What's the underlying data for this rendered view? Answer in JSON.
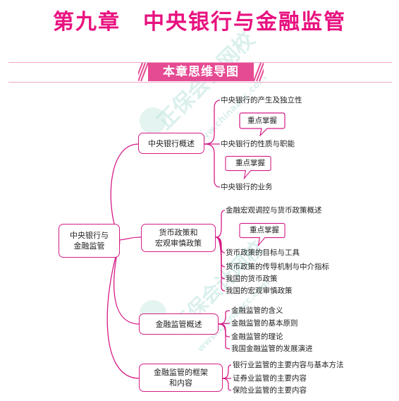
{
  "header": {
    "title": "第九章　中央银行与金融监管",
    "banner": "本章思维导图"
  },
  "watermark": {
    "text_cn": "正保会计网校",
    "text_url": "www.chinaacc.com"
  },
  "colors": {
    "accent": "#e8117f",
    "line": "#d51c86",
    "banner": "#e54b93",
    "rule": "#f2a7c8"
  },
  "mindmap": {
    "root": "中央银行与\n金融监管",
    "branches": [
      {
        "label": "中央银行概述",
        "children": [
          "中央银行的产生及独立性",
          "中央银行的性质与职能",
          "中央银行的业务"
        ]
      },
      {
        "label": "货币政策和\n宏观审慎政策",
        "children": [
          "金融宏观调控与货币政策概述",
          "货币政策的目标与工具",
          "货币政策的传导机制与中介指标",
          "我国的货币政策",
          "我国的宏观审慎政策"
        ]
      },
      {
        "label": "金融监管概述",
        "children": [
          "金融监管的含义",
          "金融监管的基本原则",
          "金融监管的理论",
          "我国金融监管的发展演进"
        ]
      },
      {
        "label": "金融监管的框架\n和内容",
        "children": [
          "银行业监管的主要内容与基本方法",
          "证券业监管的主要内容",
          "保险业监管的主要内容"
        ]
      }
    ],
    "callout_label": "重点掌握"
  }
}
